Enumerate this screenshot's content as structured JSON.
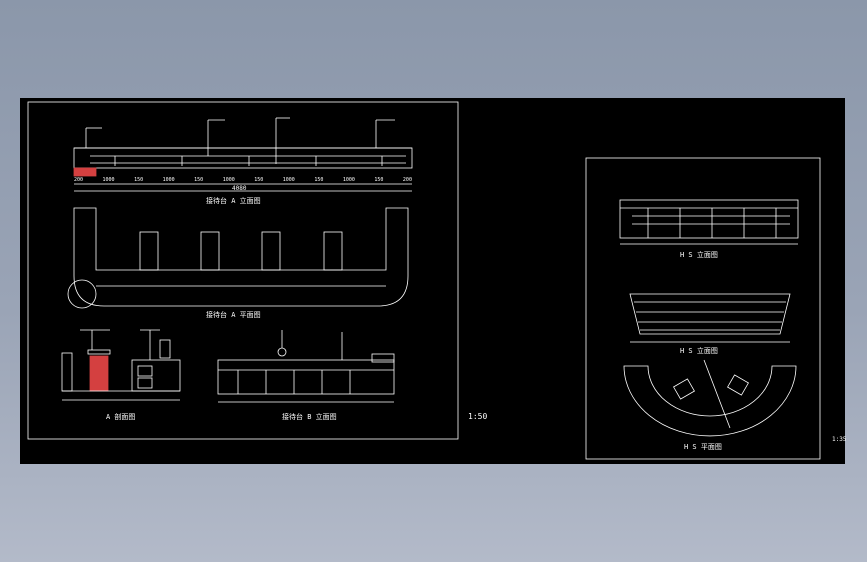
{
  "scale_labels": {
    "left_sheet": "1:50",
    "right_sheet": "1:35"
  },
  "left_sheet": {
    "front_elevation_title": "接待台 A 立面图",
    "plan_title": "接待台 A 平面图",
    "section_title": "A 剖面图",
    "side_elevation_title": "接待台 B 立面图",
    "overall_dim": "4080",
    "top_dims": [
      "200",
      "1000",
      "150",
      "1000",
      "150",
      "1000",
      "150",
      "1000",
      "150",
      "1000",
      "150",
      "200"
    ]
  },
  "right_sheet": {
    "view1_title": "H S 立面图",
    "view2_title": "H S 立面图",
    "view3_title": "H S 平面图"
  },
  "colors": {
    "background": "#000000",
    "lines": "#ffffff",
    "accent_red": "#d44040",
    "frame": "#8b97aa"
  }
}
